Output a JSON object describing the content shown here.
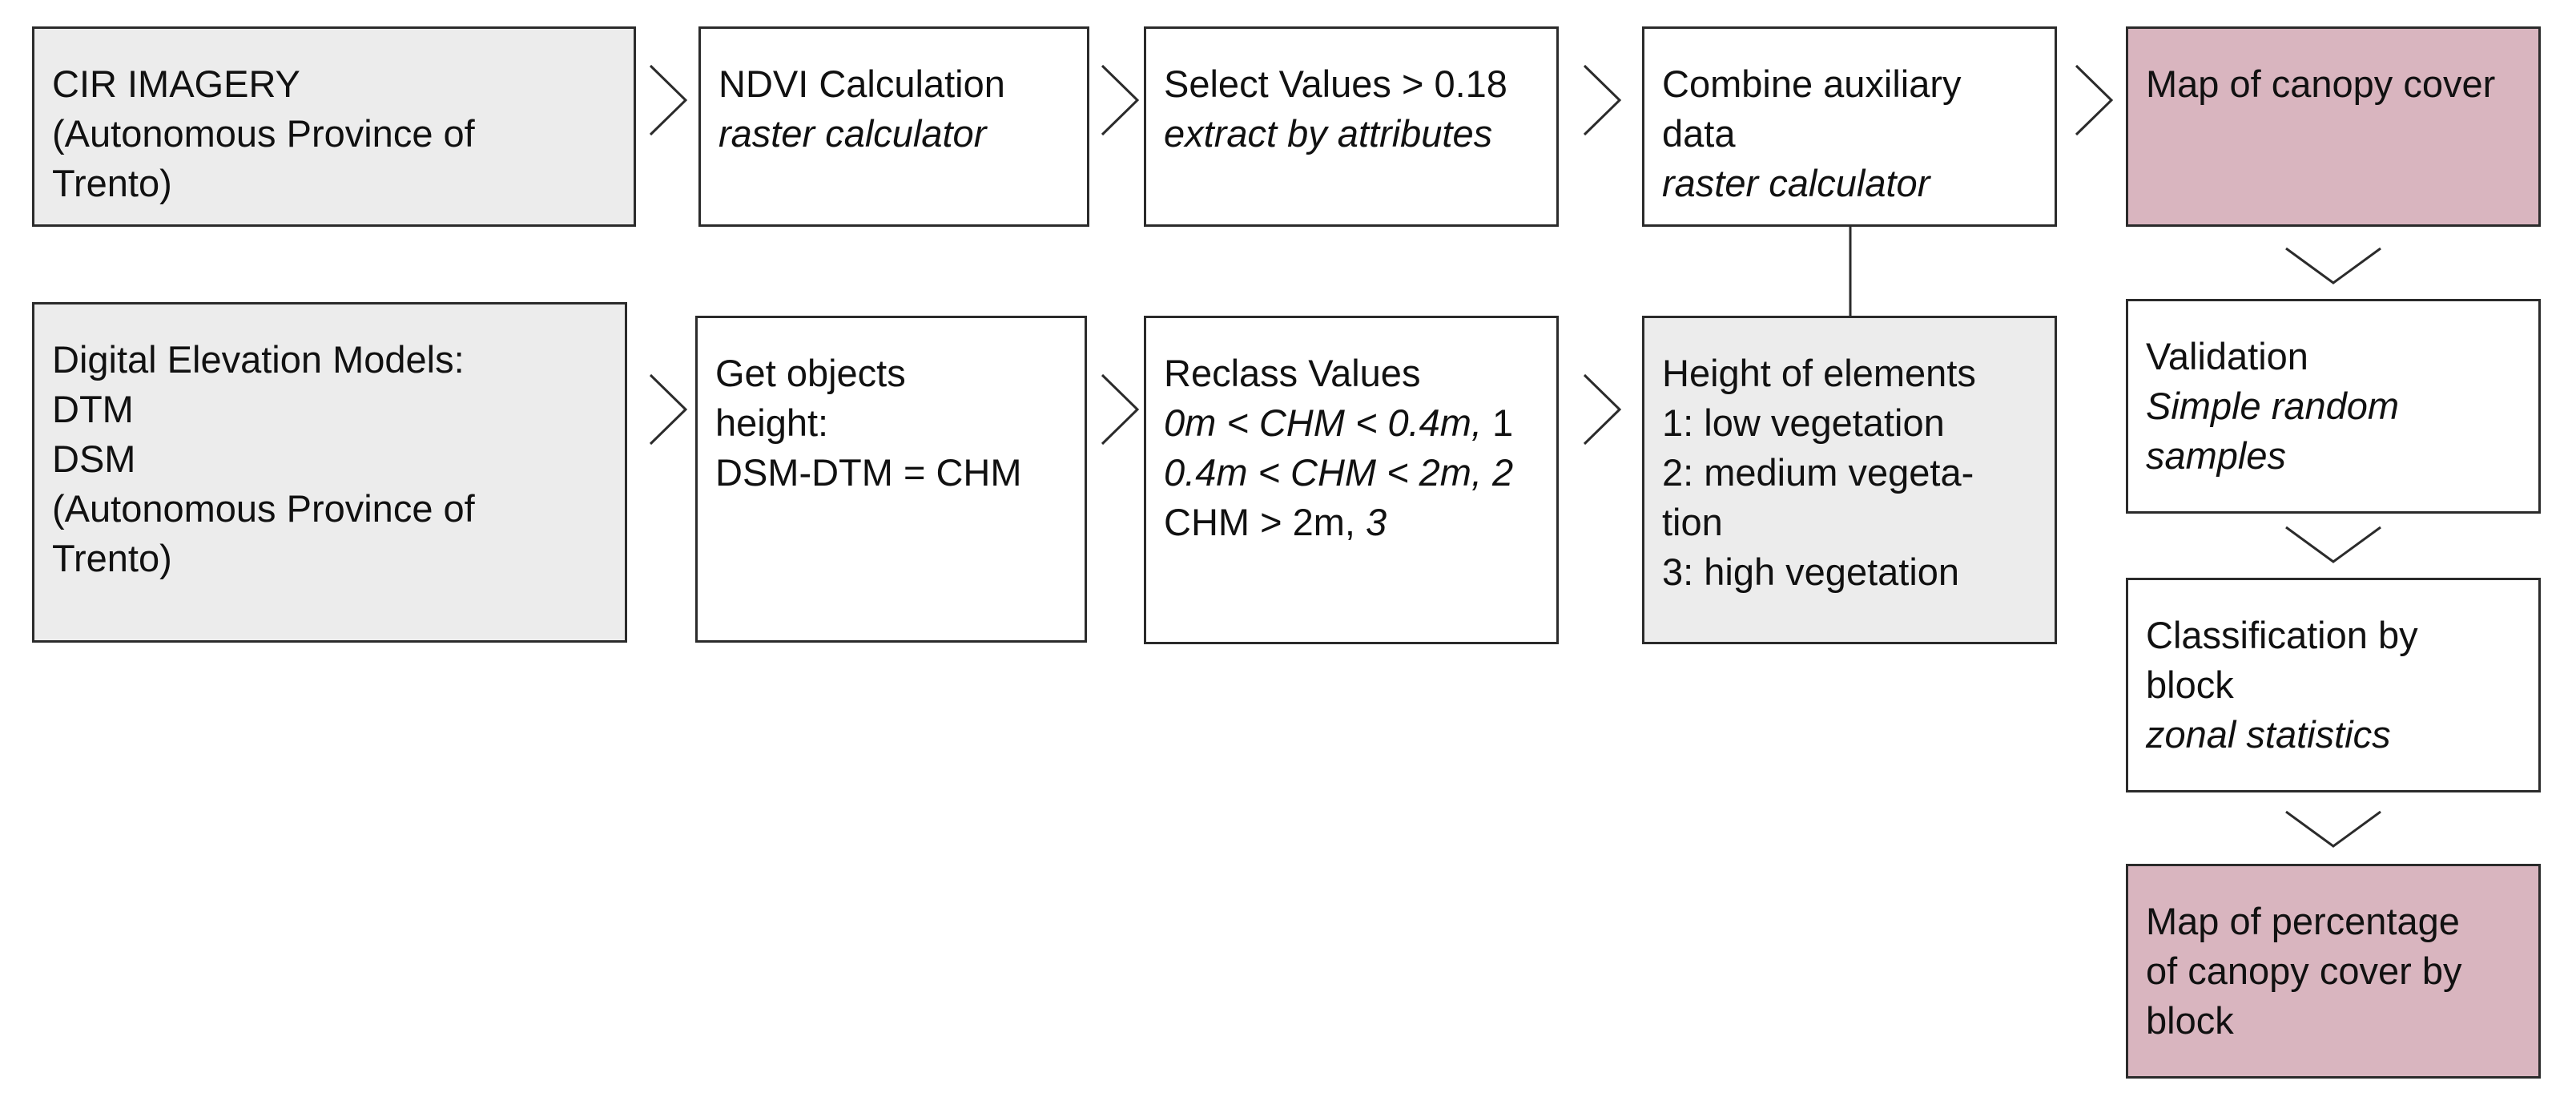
{
  "nodes": {
    "cir_imagery": {
      "lines": [
        "CIR IMAGERY",
        "(Autonomous Province of",
        "Trento)"
      ]
    },
    "ndvi": {
      "title": "NDVI Calculation",
      "tool": "raster calculator"
    },
    "select_values": {
      "title": "Select Values > 0.18",
      "tool": "extract by attributes"
    },
    "combine": {
      "title_1": "Combine auxiliary",
      "title_2": "data",
      "tool": "raster calculator"
    },
    "canopy_map": {
      "title": "Map of canopy cover"
    },
    "dem": {
      "lines": [
        "Digital Elevation Models:",
        "DTM",
        "DSM",
        "(Autonomous Province of",
        "Trento)"
      ]
    },
    "objects_height": {
      "lines": [
        "Get objects",
        "height:",
        "DSM-DTM = CHM"
      ]
    },
    "reclass": {
      "title": "Reclass Values",
      "rule_1": {
        "condition": "0m < CHM < 0.4m,",
        "value": " 1"
      },
      "rule_2": {
        "condition": "0.4m < CHM < 2m, 2"
      },
      "rule_3": {
        "condition": "CHM > 2m, ",
        "value": "3"
      }
    },
    "height_elements": {
      "lines": [
        "Height of elements",
        "1: low vegetation",
        "2: medium vegeta-",
        "tion",
        "3: high vegetation"
      ]
    },
    "validation": {
      "title": "Validation",
      "tool_1": "Simple random",
      "tool_2": "samples"
    },
    "classification": {
      "title_1": "Classification by",
      "title_2": "block",
      "tool": "zonal statistics"
    },
    "percentage_map": {
      "lines": [
        "Map of percentage",
        "of canopy cover by",
        "block"
      ]
    }
  },
  "colors": {
    "input_fill": "#ececec",
    "output_fill": "#d9b5bf",
    "process_fill": "#ffffff",
    "stroke": "#2b2b2b"
  }
}
